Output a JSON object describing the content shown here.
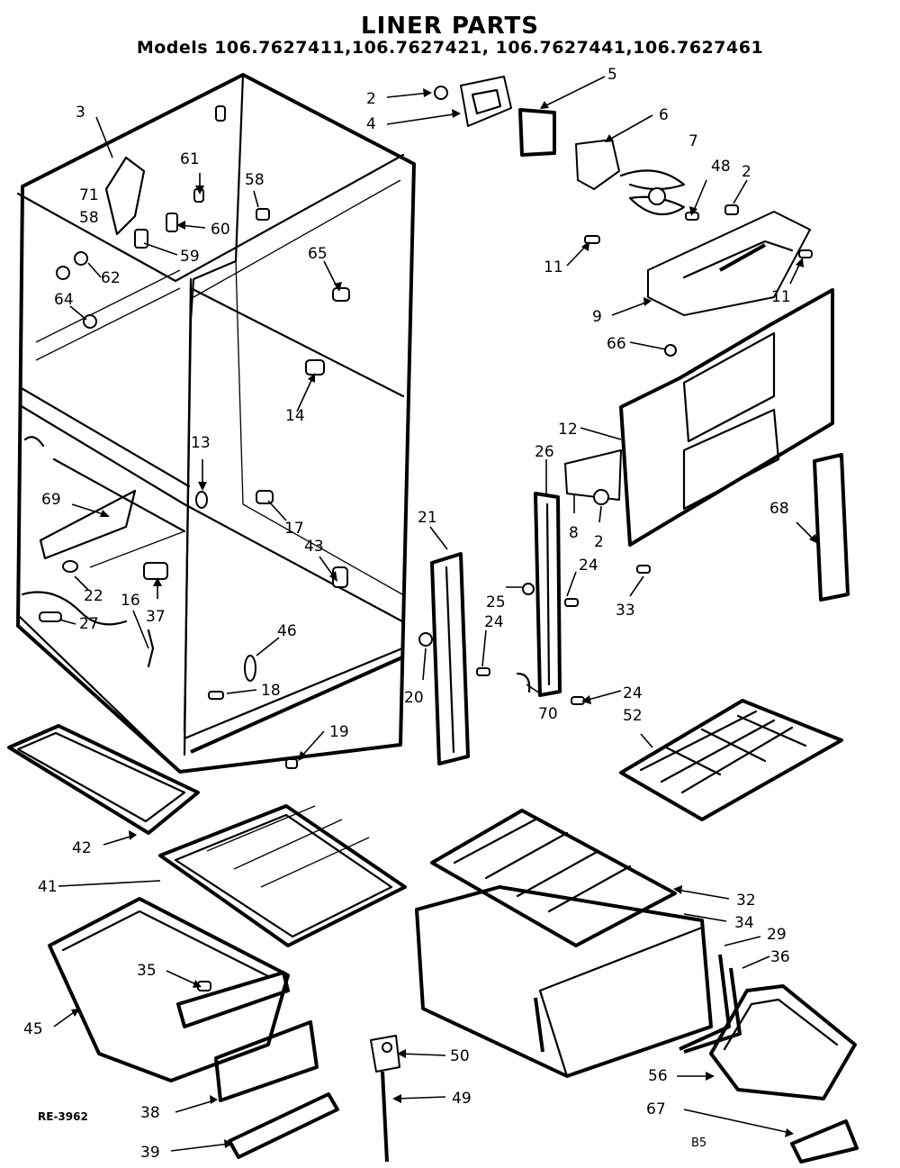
{
  "title": "LINER PARTS",
  "models": "Models 106.7627411,106.7627421, 106.7627441,106.7627461",
  "drawing_code": "RE-3962",
  "page_code": "B5",
  "part_labels": [
    "2",
    "3",
    "4",
    "5",
    "6",
    "7",
    "48",
    "2",
    "61",
    "58",
    "71",
    "60",
    "58",
    "59",
    "62",
    "65",
    "64",
    "11",
    "11",
    "9",
    "66",
    "14",
    "12",
    "26",
    "8",
    "2",
    "13",
    "68",
    "69",
    "21",
    "17",
    "43",
    "24",
    "25",
    "24",
    "33",
    "22",
    "37",
    "16",
    "27",
    "46",
    "18",
    "20",
    "70",
    "24",
    "52",
    "19",
    "42",
    "41",
    "32",
    "34",
    "29",
    "36",
    "35",
    "45",
    "50",
    "49",
    "56",
    "38",
    "67",
    "39"
  ]
}
